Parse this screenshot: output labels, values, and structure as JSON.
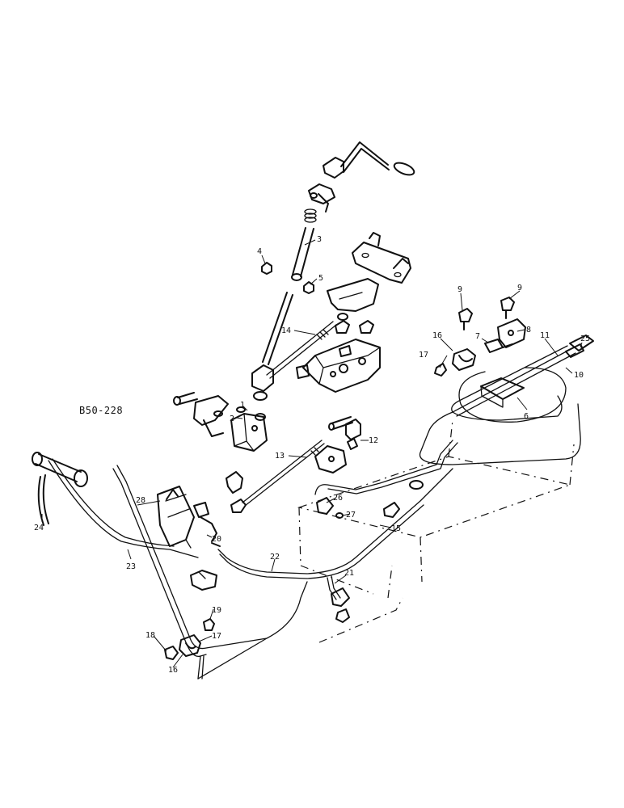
{
  "diagram": {
    "reference_code": "B50-228",
    "callouts": {
      "c1": "1",
      "c2": "2",
      "c3": "3",
      "c4": "4",
      "c5": "5",
      "c6": "6",
      "c7": "7",
      "c8": "8",
      "c9a": "9",
      "c9b": "9",
      "c10": "10",
      "c11": "11",
      "c12": "12",
      "c13": "13",
      "c14": "14",
      "c15": "15",
      "c16a": "16",
      "c16b": "16",
      "c17a": "17",
      "c17b": "17",
      "c18": "18",
      "c19": "19",
      "c20": "20",
      "c21": "21",
      "c22": "22",
      "c23": "23",
      "c24": "24",
      "c25": "25",
      "c26": "26",
      "c27": "27",
      "c28": "28"
    }
  }
}
